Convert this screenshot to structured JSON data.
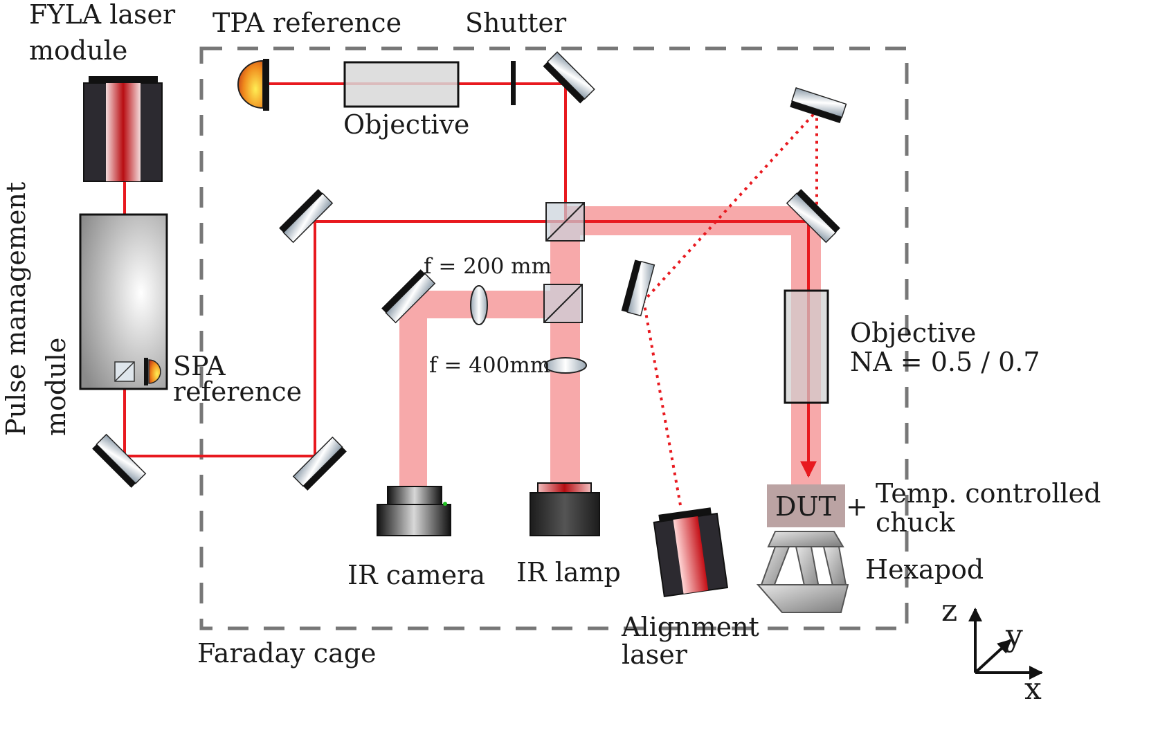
{
  "labels": {
    "fyla_line1": "FYLA laser",
    "fyla_line2": "module",
    "tpa_reference": "TPA reference",
    "shutter": "Shutter",
    "objective_top": "Objective",
    "pulse_line1": "Pulse management",
    "pulse_line2": "module",
    "spa_line1": "SPA",
    "spa_line2": "reference",
    "lens_f200": "f = 200 mm",
    "lens_f400": "f = 400mm",
    "objective_right_line1": "Objective",
    "objective_right_line2": "NA = 0.5 / 0.7",
    "dut": "DUT",
    "plus": "+",
    "chuck_line1": "Temp. controlled",
    "chuck_line2": "chuck",
    "hexapod": "Hexapod",
    "ir_camera": "IR camera",
    "ir_lamp": "IR lamp",
    "alignment_line1": "Alignment",
    "alignment_line2": "laser",
    "faraday_cage": "Faraday cage",
    "axis_z": "z",
    "axis_y": "y",
    "axis_x": "x"
  },
  "colors": {
    "laser_beam": "#e8191f",
    "wide_beam": "#f7a9aa",
    "cage_dash": "#777777",
    "dut_box": "#bba3a3",
    "dark_body": "#2c2a30"
  }
}
